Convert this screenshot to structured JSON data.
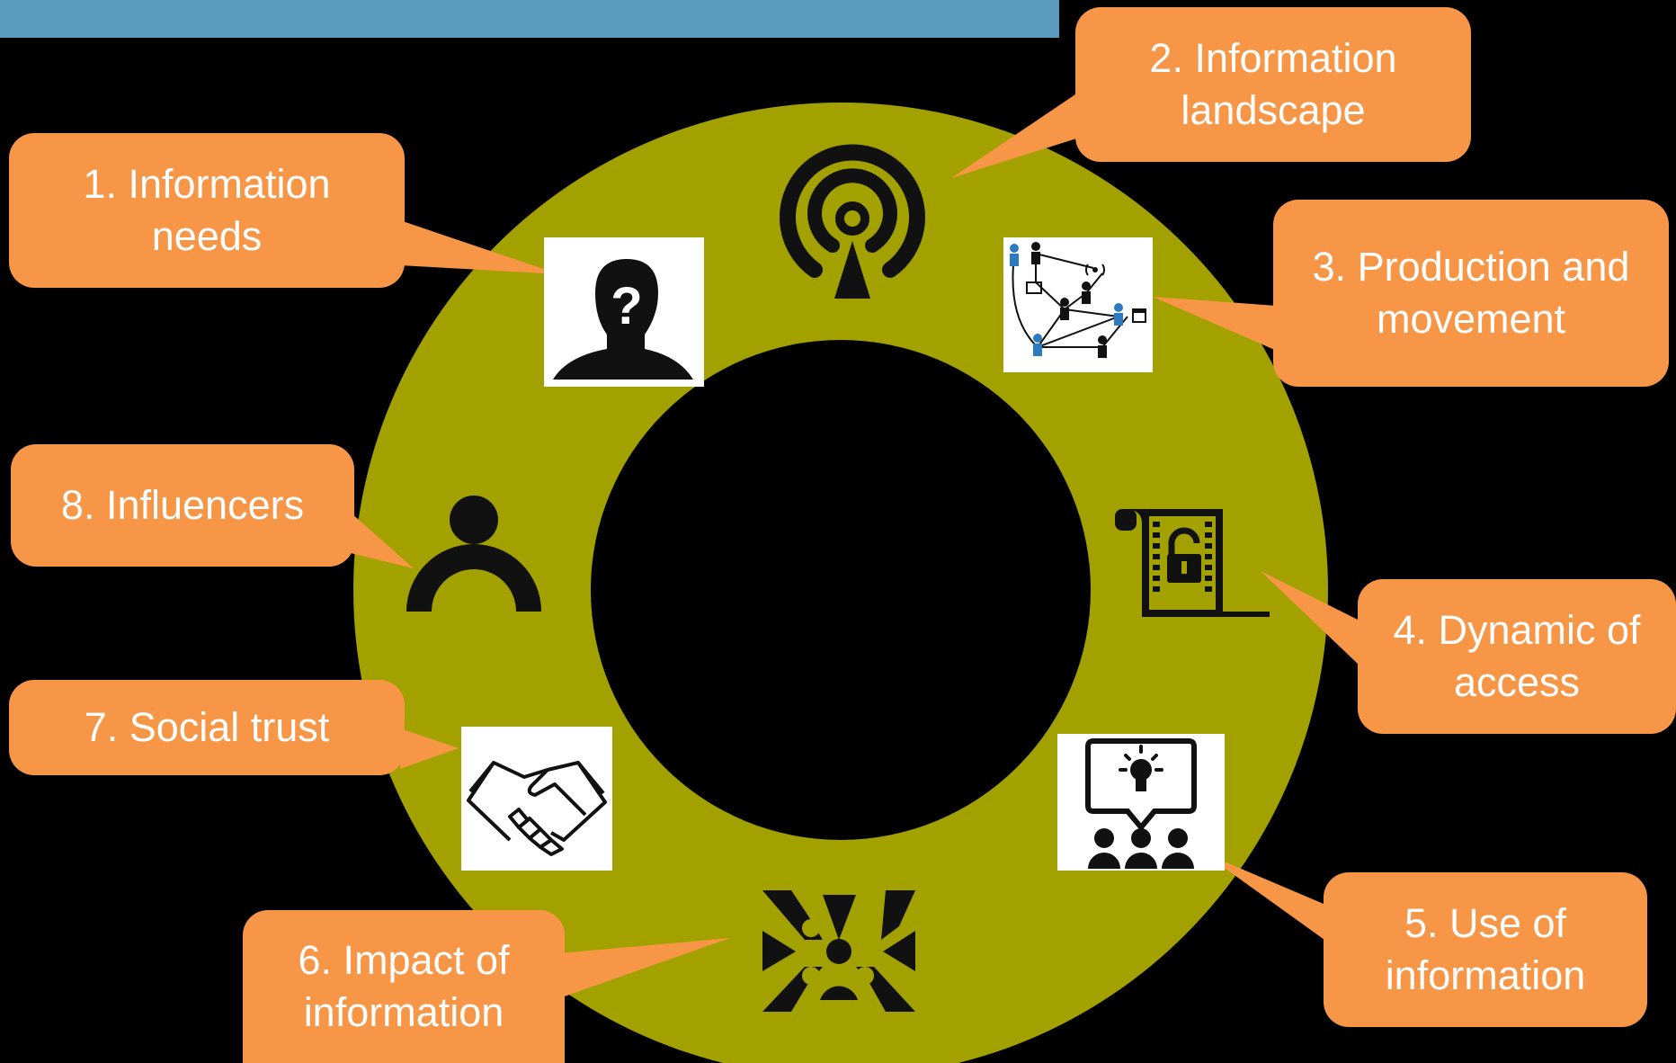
{
  "colors": {
    "background": "#000000",
    "ring": "#a3a100",
    "callout": "#f79646",
    "top_bar": "#5b9bbd",
    "icon": "#111111",
    "text": "#ffffff"
  },
  "callouts": [
    {
      "id": "information-needs",
      "line1": "1. Information",
      "line2": "needs"
    },
    {
      "id": "information-landscape",
      "line1": "2. Information",
      "line2": "landscape"
    },
    {
      "id": "production-and-movement",
      "line1": "3. Production and",
      "line2": "movement"
    },
    {
      "id": "dynamic-of-access",
      "line1": "4. Dynamic of",
      "line2": "access"
    },
    {
      "id": "use-of-information",
      "line1": "5. Use of",
      "line2": "information"
    },
    {
      "id": "impact-of-information",
      "line1": "6. Impact of",
      "line2": "information"
    },
    {
      "id": "social-trust",
      "line1": "7. Social trust",
      "line2": ""
    },
    {
      "id": "influencers",
      "line1": "8. Influencers",
      "line2": ""
    }
  ],
  "icons": [
    "question-person-icon",
    "broadcast-antenna-icon",
    "network-diagram-icon",
    "locked-document-icon",
    "audience-idea-icon",
    "hands-circle-icon",
    "handshake-icon",
    "influencer-person-icon"
  ]
}
